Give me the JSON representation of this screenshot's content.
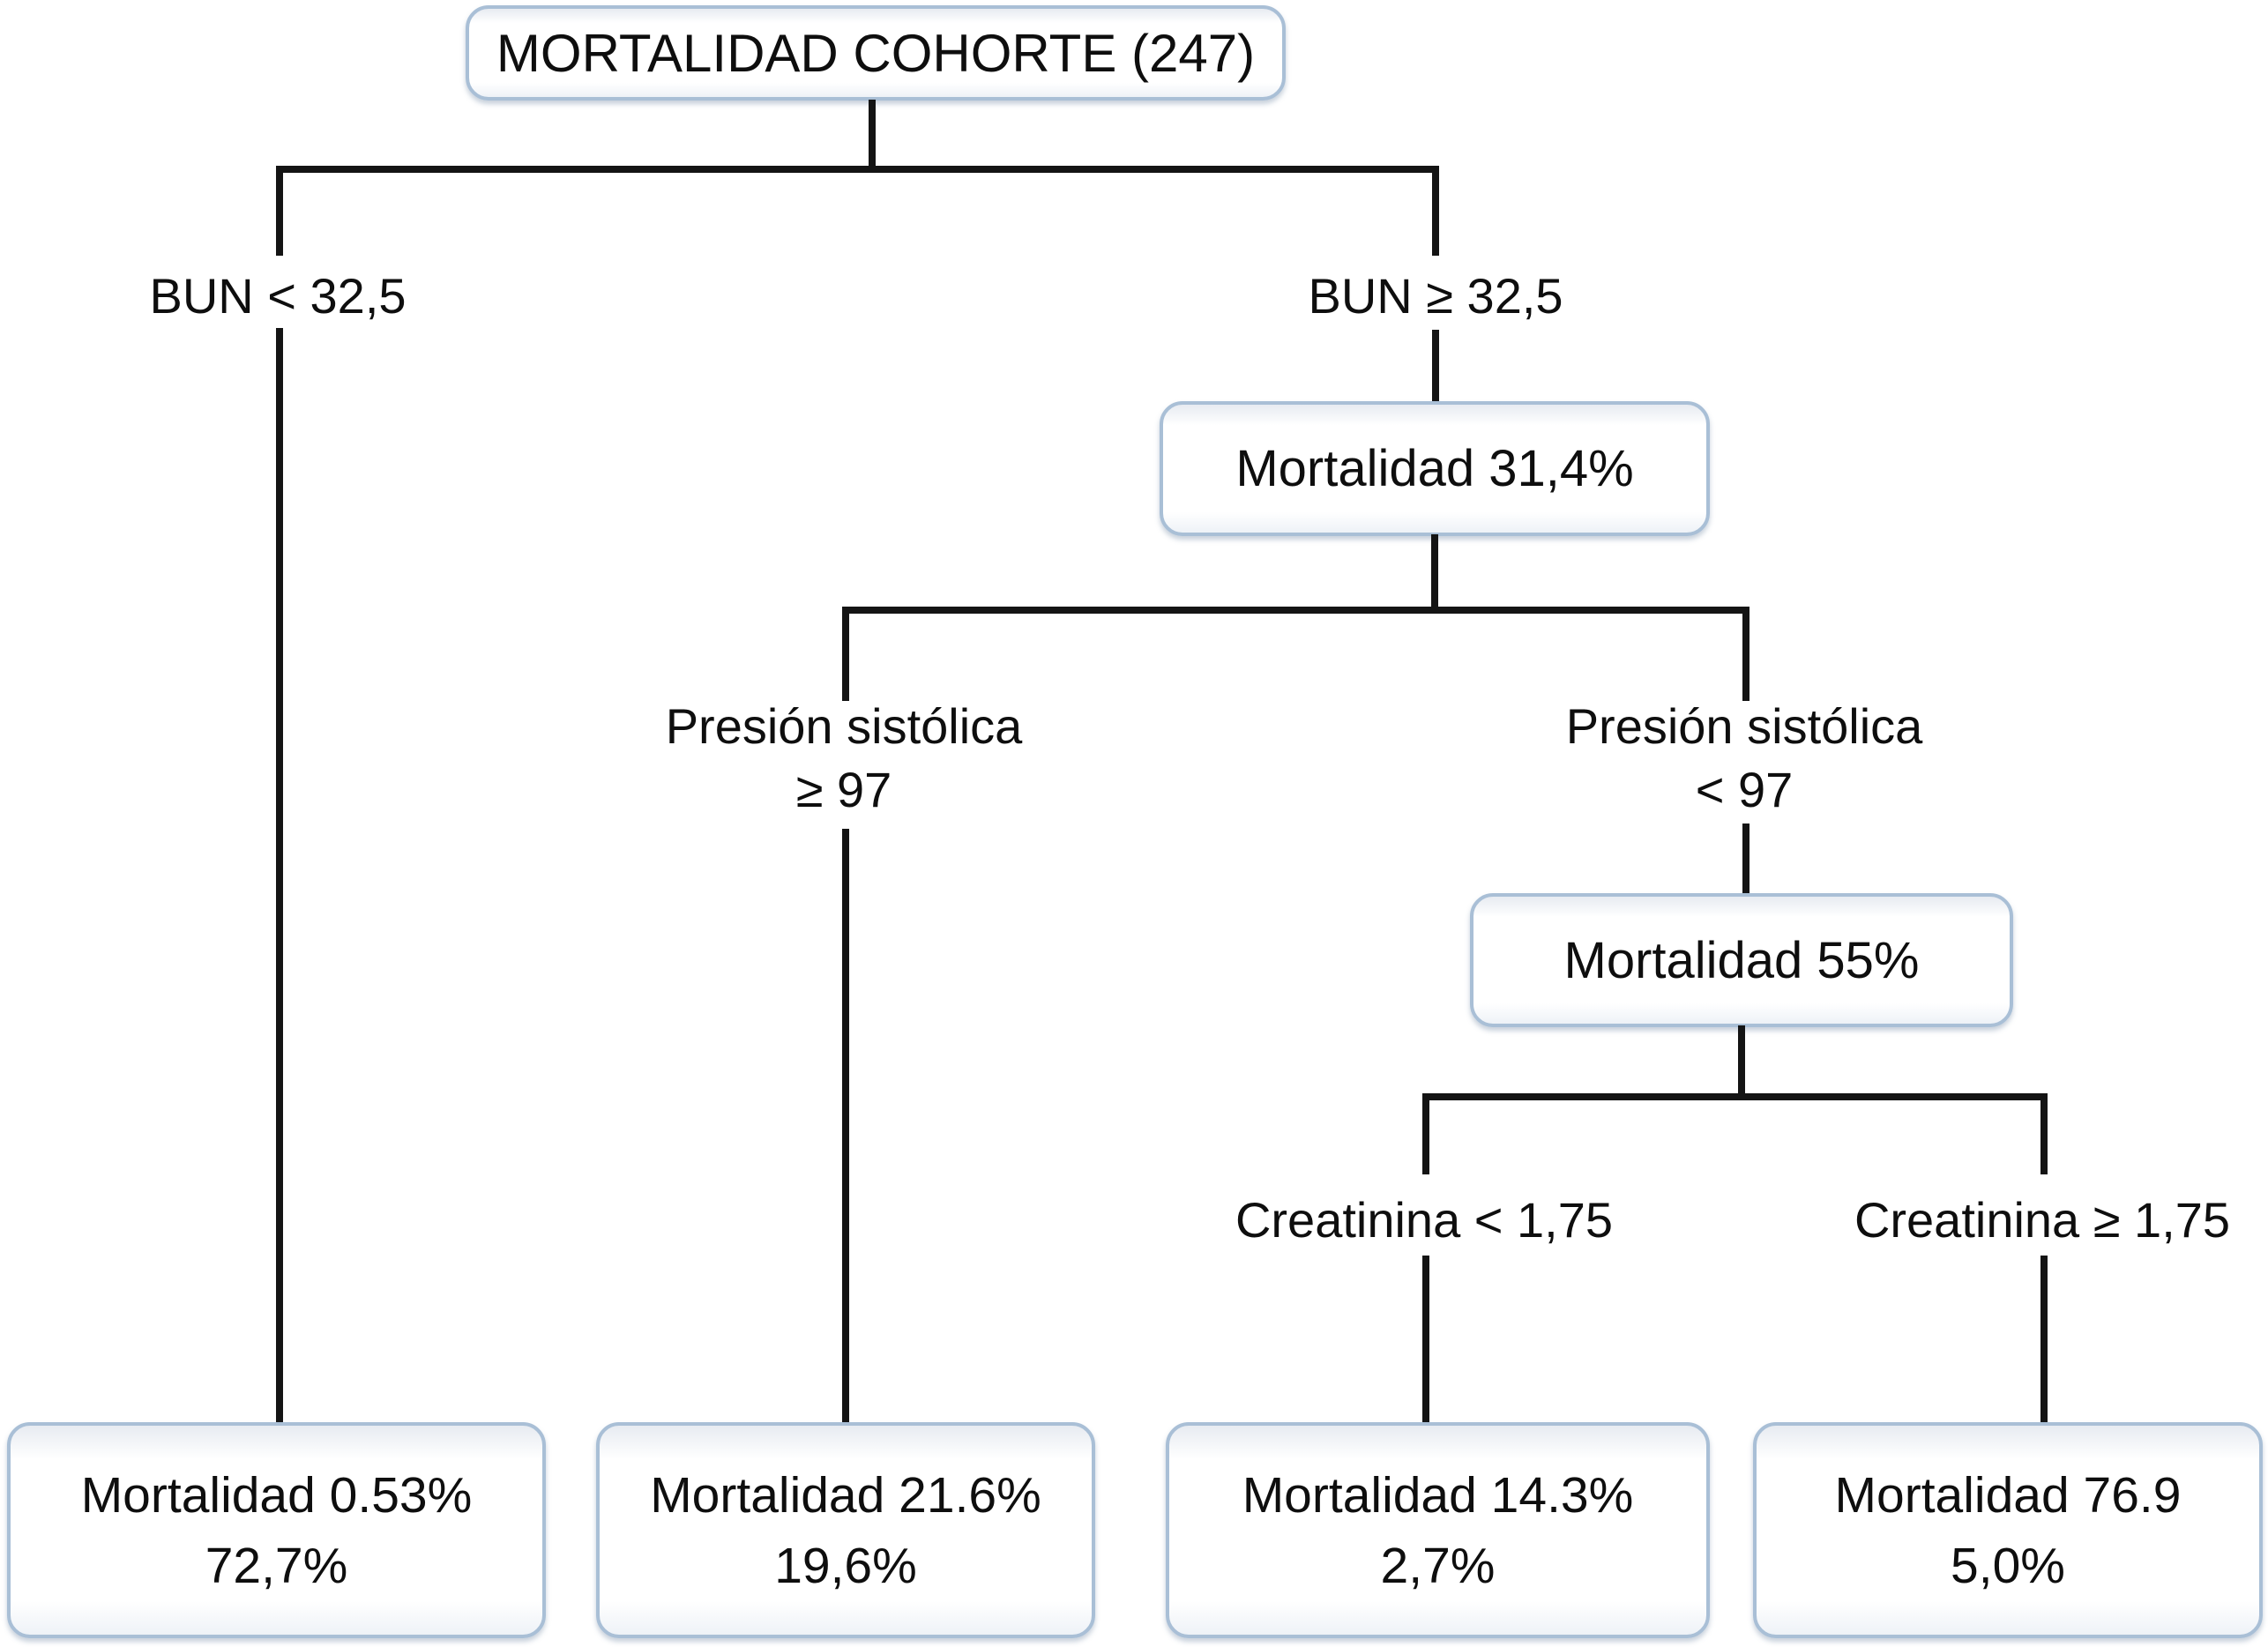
{
  "tree": {
    "root_label": "MORTALIDAD COHORTE (247)",
    "splits": {
      "bun": {
        "left": "BUN < 32,5",
        "right": "BUN ≥ 32,5"
      },
      "systolic": {
        "left_line1": "Presión sistólica",
        "left_line2": "≥ 97",
        "right_line1": "Presión sistólica",
        "right_line2": "< 97"
      },
      "creatinine": {
        "left": "Creatinina < 1,75",
        "right": "Creatinina ≥ 1,75"
      }
    },
    "internal_nodes": {
      "mortalidad_31": "Mortalidad 31,4%",
      "mortalidad_55": "Mortalidad 55%"
    },
    "leaves": [
      {
        "mortality": "Mortalidad 0.53%",
        "share": "72,7%"
      },
      {
        "mortality": "Mortalidad 21.6%",
        "share": "19,6%"
      },
      {
        "mortality": "Mortalidad 14.3%",
        "share": "2,7%"
      },
      {
        "mortality": "Mortalidad 76.9",
        "share": "5,0%"
      }
    ],
    "colors": {
      "box_border": "#a9bfd6",
      "connector": "#141414",
      "background": "#ffffff",
      "text": "#0e0e0e"
    }
  }
}
